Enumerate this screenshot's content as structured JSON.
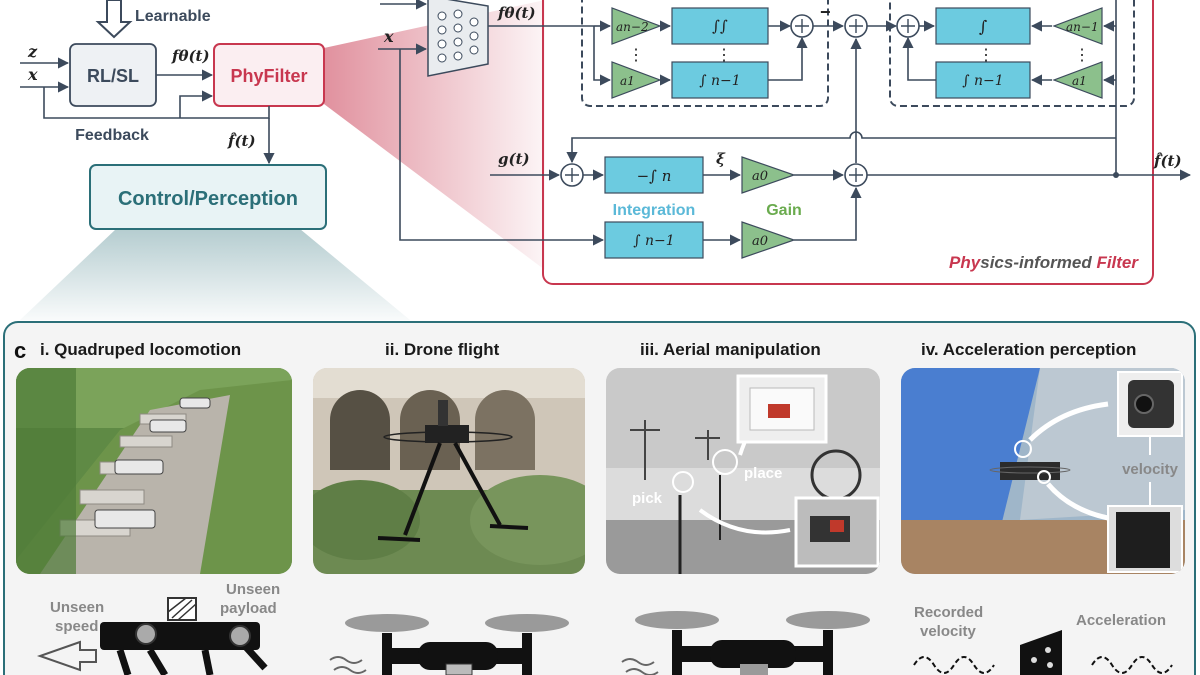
{
  "colors": {
    "accent_red": "#c8374f",
    "teal": "#2b6f78",
    "integrator_fill": "#6ccbe0",
    "gain_fill": "#8cc08c",
    "integration_text": "#5bb9d8",
    "gain_text": "#6aab4e",
    "wire": "#3c4a5c"
  },
  "top": {
    "learnable": "Learnable",
    "rlsl": "RL/SL",
    "phyfilter": "PhyFilter",
    "feedback": "Feedback",
    "control_perception": "Control/Perception",
    "in_z": "z",
    "in_x": "x",
    "f_theta": "fθ(t)",
    "f_hat": "f̂(t)"
  },
  "filter": {
    "x_label": "x",
    "f_theta_label": "fθ(t)",
    "g_label": "g(t)",
    "xi_label": "ξ",
    "f_hat_out": "f̂(t)",
    "integration_label": "Integration",
    "gain_label": "Gain",
    "title_part1": "Phy",
    "title_part2": "sics-informed ",
    "title_part3": "Filter",
    "minus_sign": "−",
    "vdots": "⋮",
    "left_group": {
      "gain_top": "an−2",
      "gain_bottom": "a1",
      "integ_top": "∫∫",
      "integ_bottom": "∫ n−1"
    },
    "right_group": {
      "gain_top": "an−1",
      "gain_bottom": "a1",
      "integ_top": "∫",
      "integ_bottom": "∫ n−1"
    },
    "main_integrator": "−∫ n",
    "main_gain": "a0",
    "lower_integrator": "∫ n−1",
    "lower_gain": "a0"
  },
  "section_c": {
    "letter": "c",
    "panels": [
      {
        "title": "i. Quadruped locomotion"
      },
      {
        "title": "ii. Drone flight"
      },
      {
        "title": "iii. Aerial manipulation"
      },
      {
        "title": "iv. Acceleration perception"
      }
    ],
    "photo3_labels": {
      "pick": "pick",
      "place": "place"
    },
    "photo4_labels": {
      "velocity": "velocity"
    },
    "bottom": {
      "unseen_speed": "Unseen\nspeed",
      "unseen_payload": "Unseen\npayload",
      "recorded_velocity": "Recorded\nvelocity",
      "acceleration": "Acceleration"
    }
  }
}
